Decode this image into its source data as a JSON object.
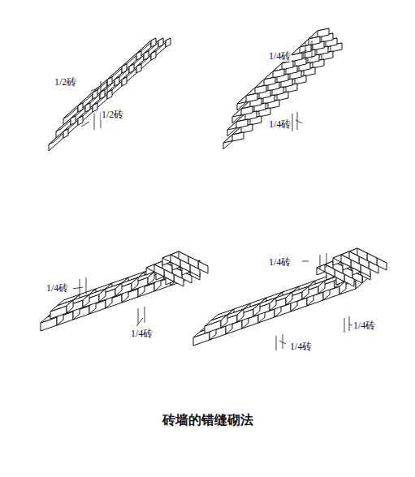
{
  "diagram": {
    "caption": "砖墙的错缝砌法",
    "labels": [
      "1/2砖",
      "1/2砖",
      "1/4砖",
      "1/4砖",
      "1/4砖",
      "1/4砖",
      "1/4砖",
      "1/4砖",
      "1/4砖"
    ]
  }
}
